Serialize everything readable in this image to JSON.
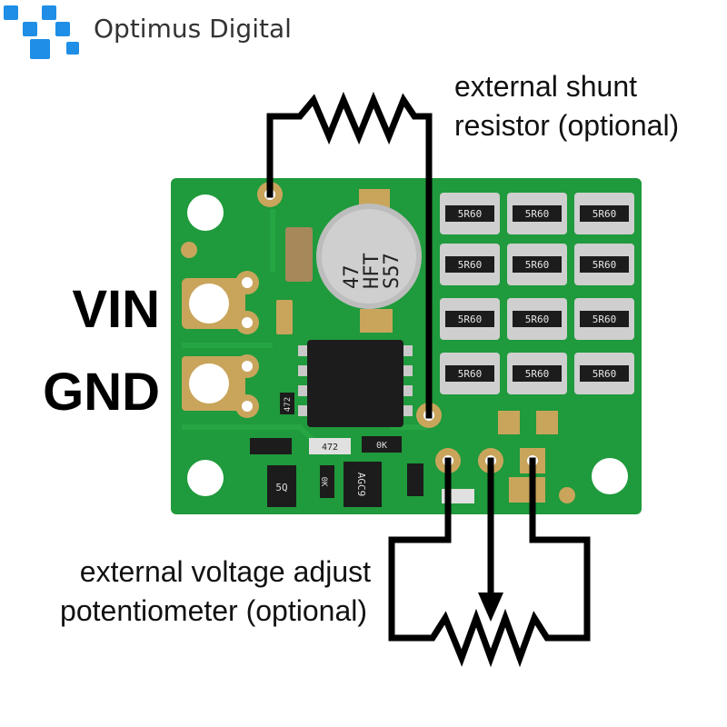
{
  "brand": {
    "name": "Optimus Digital",
    "logo_color": "#1e8ee6",
    "text_color": "#333333"
  },
  "annotations": {
    "shunt_line1": "external shunt",
    "shunt_line2": "resistor (optional)",
    "pot_line1": "external voltage adjust",
    "pot_line2": "potentiometer (optional)"
  },
  "pins": {
    "vin": "VIN",
    "gnd": "GND"
  },
  "components": {
    "capacitor_value": "47",
    "capacitor_code": "HFT",
    "capacitor_series": "S57",
    "shunt_resistor_code": "5R60",
    "ic_marking_1": "472",
    "ic_marking_2": "472",
    "ic_marking_3": "0K",
    "ic_marking_4": "0K",
    "ic_marking_5": "5Q",
    "ic_marking_6": "AGC9"
  },
  "colors": {
    "pcb": "#1f9a3c",
    "pcb_dark": "#15802f",
    "pad_gold": "#c9a55b",
    "wire": "#000000"
  }
}
